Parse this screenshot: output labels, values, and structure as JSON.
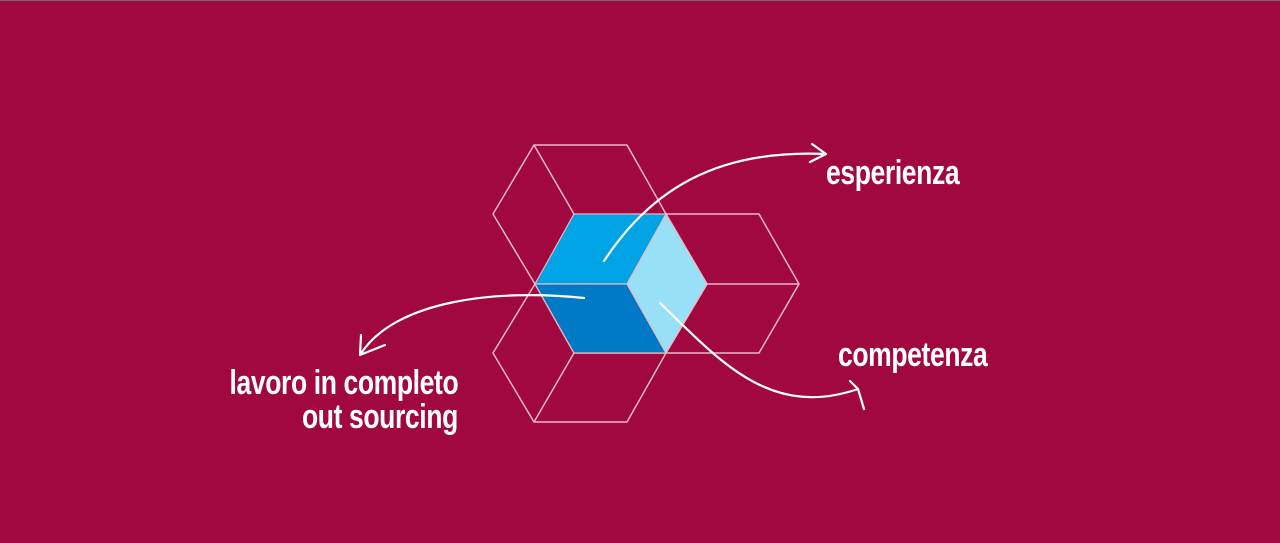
{
  "labels": {
    "experience": "esperienza",
    "competence": "competenza",
    "outsourcing_line1": "lavoro in completo",
    "outsourcing_line2": "out sourcing"
  },
  "colors": {
    "background": "#a10840",
    "cube_top": "#00a3e4",
    "cube_right": "#97e0f8",
    "cube_front": "#0079c6",
    "outline": "#e8b8c4",
    "arrow": "#ffffff"
  }
}
